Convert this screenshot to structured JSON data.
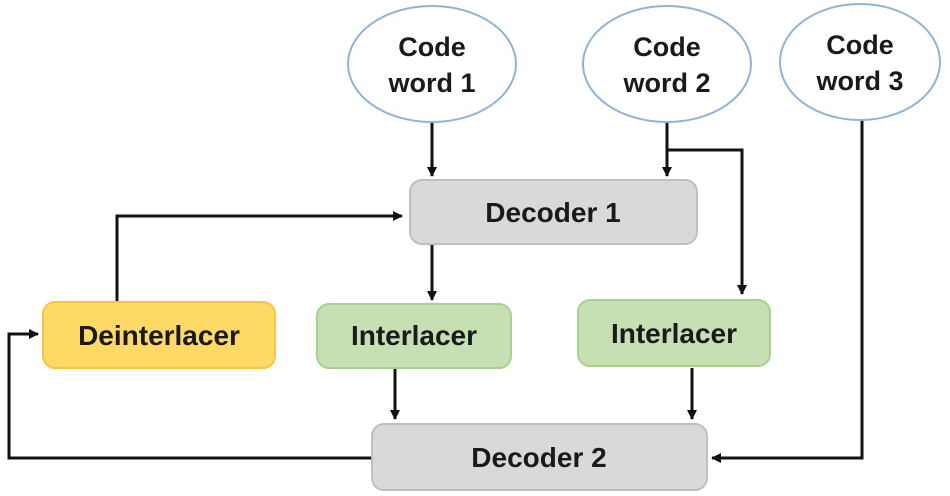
{
  "colors": {
    "ellipse_fill": "#ffffff",
    "ellipse_stroke": "#8fb3d9",
    "decoder_fill": "#d9d9d9",
    "decoder_stroke": "#bfbfbf",
    "interlacer_fill": "#c6e0b4",
    "interlacer_stroke": "#a9d08e",
    "deinterlacer_fill": "#ffd966",
    "deinterlacer_stroke": "#f4c542",
    "edge": "#111111"
  },
  "nodes": {
    "code_word_1": {
      "line1": "Code",
      "line2": "word 1"
    },
    "code_word_2": {
      "line1": "Code",
      "line2": "word 2"
    },
    "code_word_3": {
      "line1": "Code",
      "line2": "word 3"
    },
    "decoder_1": {
      "label": "Decoder 1"
    },
    "decoder_2": {
      "label": "Decoder 2"
    },
    "interlacer_1": {
      "label": "Interlacer"
    },
    "interlacer_2": {
      "label": "Interlacer"
    },
    "deinterlacer": {
      "label": "Deinterlacer"
    }
  }
}
